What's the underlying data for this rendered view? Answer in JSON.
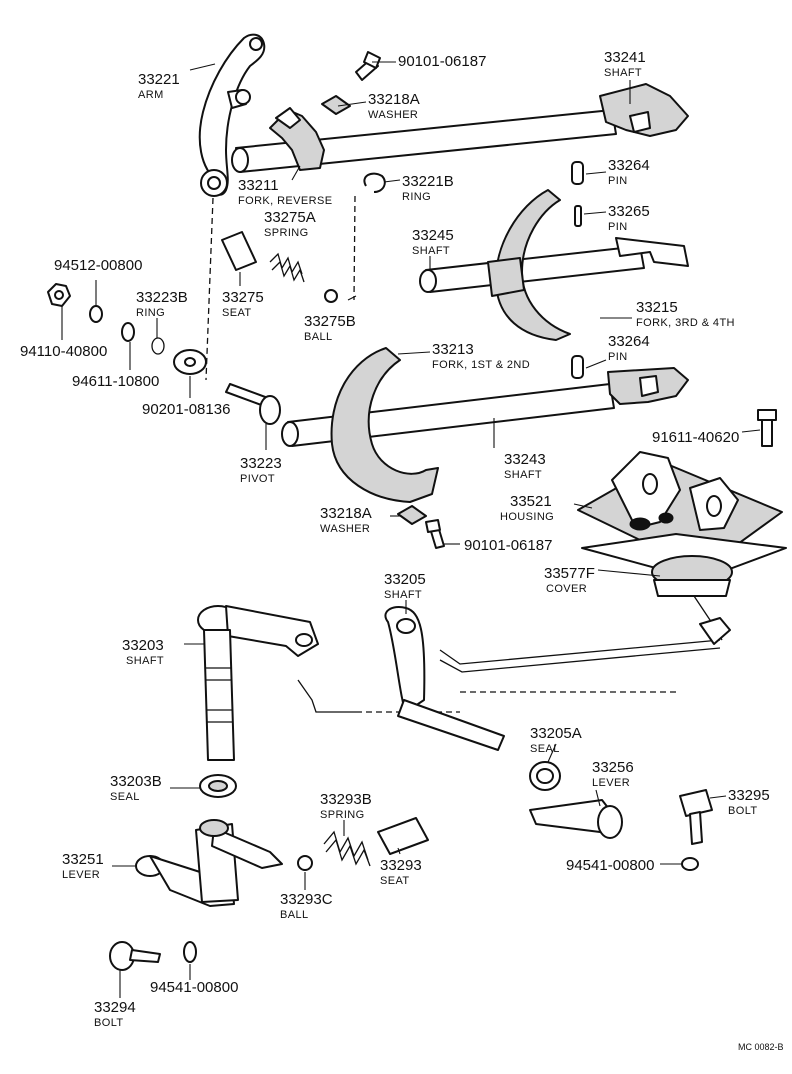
{
  "diagram_code": "MC 0082-B",
  "callouts": [
    {
      "id": "arm",
      "number": "33221",
      "name": "ARM"
    },
    {
      "id": "bolt-top",
      "number": "90101-06187",
      "name": ""
    },
    {
      "id": "washer-top",
      "number": "33218A",
      "name": "WASHER"
    },
    {
      "id": "shaft-top",
      "number": "33241",
      "name": "SHAFT"
    },
    {
      "id": "fork-reverse",
      "number": "33211",
      "name": "FORK, REVERSE"
    },
    {
      "id": "ring-b",
      "number": "33221B",
      "name": "RING"
    },
    {
      "id": "pin-a",
      "number": "33264",
      "name": "PIN"
    },
    {
      "id": "pin-b",
      "number": "33265",
      "name": "PIN"
    },
    {
      "id": "spring-a",
      "number": "33275A",
      "name": "SPRING"
    },
    {
      "id": "shaft-33245",
      "number": "33245",
      "name": "SHAFT"
    },
    {
      "id": "washer-94512",
      "number": "94512-00800",
      "name": ""
    },
    {
      "id": "ring-33223b",
      "number": "33223B",
      "name": "RING"
    },
    {
      "id": "seat-33275",
      "number": "33275",
      "name": "SEAT"
    },
    {
      "id": "ball-33275b",
      "number": "33275B",
      "name": "BALL"
    },
    {
      "id": "fork-3rd-4th",
      "number": "33215",
      "name": "FORK, 3RD & 4TH"
    },
    {
      "id": "nut-94110",
      "number": "94110-40800",
      "name": ""
    },
    {
      "id": "washer-94611",
      "number": "94611-10800",
      "name": ""
    },
    {
      "id": "fork-1st-2nd",
      "number": "33213",
      "name": "FORK, 1ST & 2ND"
    },
    {
      "id": "pin-c",
      "number": "33264",
      "name": "PIN"
    },
    {
      "id": "bolt-90201",
      "number": "90201-08136",
      "name": ""
    },
    {
      "id": "bolt-91611",
      "number": "91611-40620",
      "name": ""
    },
    {
      "id": "pivot",
      "number": "33223",
      "name": "PIVOT"
    },
    {
      "id": "shaft-33243",
      "number": "33243",
      "name": "SHAFT"
    },
    {
      "id": "washer-mid",
      "number": "33218A",
      "name": "WASHER"
    },
    {
      "id": "housing",
      "number": "33521",
      "name": "HOUSING"
    },
    {
      "id": "bolt-mid",
      "number": "90101-06187",
      "name": ""
    },
    {
      "id": "cover",
      "number": "33577F",
      "name": "COVER"
    },
    {
      "id": "shaft-33205",
      "number": "33205",
      "name": "SHAFT"
    },
    {
      "id": "shaft-33203",
      "number": "33203",
      "name": "SHAFT"
    },
    {
      "id": "seal-33205a",
      "number": "33205A",
      "name": "SEAL"
    },
    {
      "id": "seal-33203b",
      "number": "33203B",
      "name": "SEAL"
    },
    {
      "id": "lever-33256",
      "number": "33256",
      "name": "LEVER"
    },
    {
      "id": "bolt-33295",
      "number": "33295",
      "name": "BOLT"
    },
    {
      "id": "spring-33293b",
      "number": "33293B",
      "name": "SPRING"
    },
    {
      "id": "lever-33251",
      "number": "33251",
      "name": "LEVER"
    },
    {
      "id": "seat-33293",
      "number": "33293",
      "name": "SEAT"
    },
    {
      "id": "washer-94541-right",
      "number": "94541-00800",
      "name": ""
    },
    {
      "id": "ball-33293c",
      "number": "33293C",
      "name": "BALL"
    },
    {
      "id": "washer-94541-left",
      "number": "94541-00800",
      "name": ""
    },
    {
      "id": "bolt-33294",
      "number": "33294",
      "name": "BOLT"
    }
  ]
}
